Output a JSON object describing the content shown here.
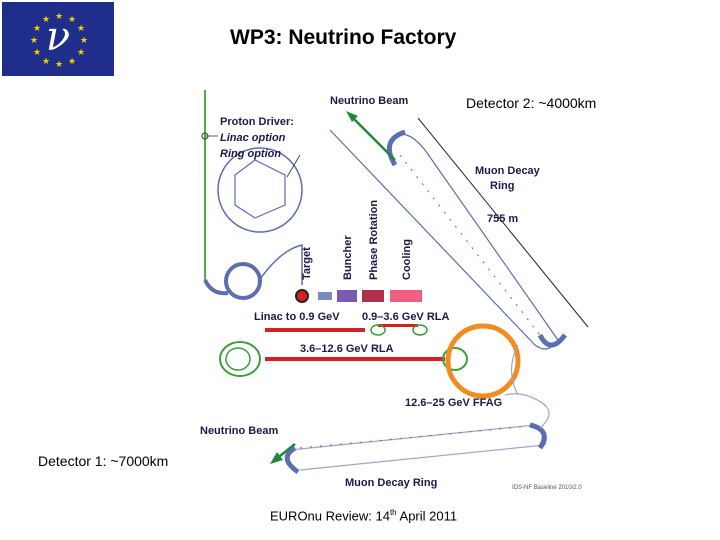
{
  "slide": {
    "title": "WP3: Neutrino Factory",
    "footer_main": "EUROnu Review: 14",
    "footer_sup": "th",
    "footer_tail": " April 2011",
    "logo_symbol": "ν"
  },
  "diagram": {
    "detector2": "Detector 2: ~4000km",
    "detector1": "Detector 1: ~7000km",
    "neutrino_beam_top": "Neutrino Beam",
    "neutrino_beam_bottom": "Neutrino Beam",
    "proton_driver": "Proton Driver:",
    "linac_option": "Linac option",
    "ring_option": "Ring option",
    "target": "Target",
    "buncher": "Buncher",
    "phase_rotation": "Phase Rotation",
    "cooling": "Cooling",
    "muon_decay_ring_top_1": "Muon Decay",
    "muon_decay_ring_top_2": "Ring",
    "ring_length": "755 m",
    "linac": "Linac to 0.9 GeV",
    "rla1": "0.9–3.6 GeV RLA",
    "rla2": "3.6–12.6 GeV RLA",
    "ffag": "12.6–25 GeV FFAG",
    "muon_decay_ring_bottom": "Muon Decay Ring",
    "baseline_note": "IDS-NF Baseline 2010/2.0"
  },
  "colors": {
    "logo_bg": "#1f2e8a",
    "ring_blue": "#5b6fb0",
    "linac_red": "#d62020",
    "ffag_orange": "#f28c1e",
    "rla_green": "#3aa03a",
    "beam_green": "#1f8a3a"
  }
}
